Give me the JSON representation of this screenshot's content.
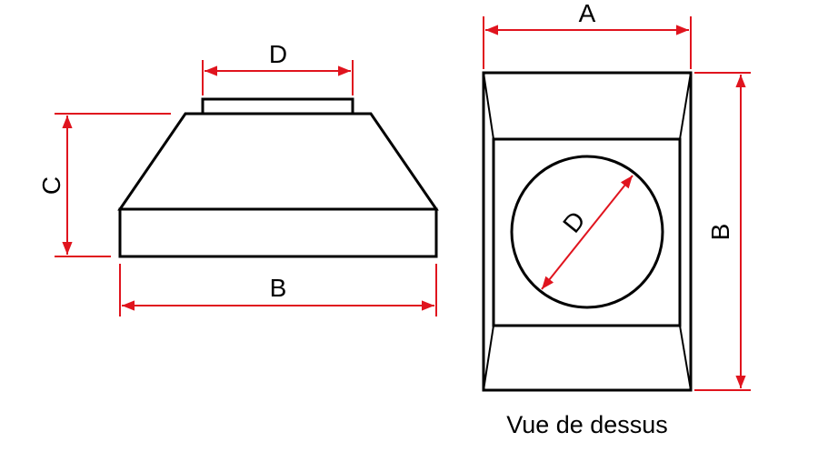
{
  "side_view": {
    "label_top": "D",
    "label_height": "C",
    "label_width": "B"
  },
  "top_view": {
    "label_width": "A",
    "label_depth": "B",
    "label_diameter": "D",
    "caption": "Vue de dessus"
  },
  "colors": {
    "outline": "#000000",
    "dimension": "#e0141e"
  }
}
